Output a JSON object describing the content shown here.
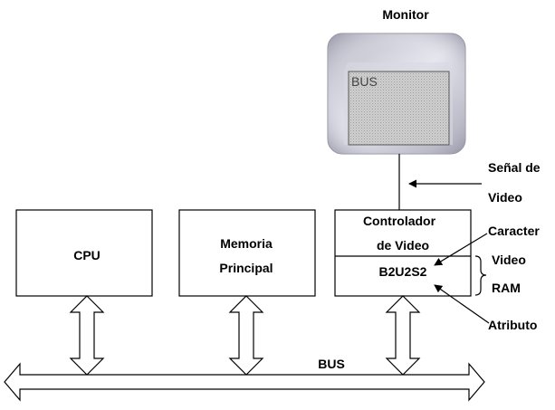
{
  "monitor": {
    "title": "Monitor",
    "screen_text": "BUS"
  },
  "blocks": {
    "cpu": "CPU",
    "memory_line1": "Memoria",
    "memory_line2": "Principal",
    "controller_line1": "Controlador",
    "controller_line2": "de Video",
    "video_ram_content": "B2U2S2"
  },
  "annotations": {
    "video_signal_line1": "Señal de",
    "video_signal_line2": "Video",
    "caracter": "Caracter",
    "video_ram_line1": "Video",
    "video_ram_line2": "RAM",
    "atributo": "Atributo"
  },
  "bus": {
    "label": "BUS"
  },
  "colors": {
    "monitor_bezel_outer": "#9a9aaa",
    "monitor_bezel_inner": "#e4e4ee",
    "monitor_screen": "#c8c8c8",
    "stroke": "#000000"
  }
}
